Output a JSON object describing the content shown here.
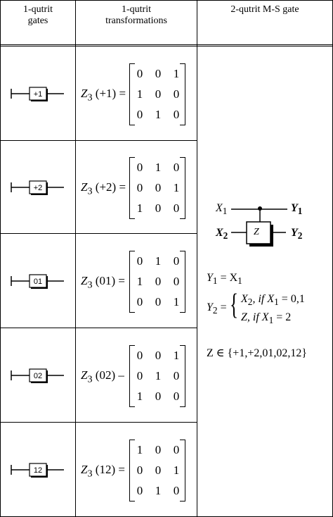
{
  "headers": {
    "gates": [
      "1-qutrit",
      "gates"
    ],
    "transformations": [
      "1-qutrit",
      "transformations"
    ],
    "msgate": "2-qutrit M-S gate"
  },
  "rows": [
    {
      "gate": "+1",
      "arg": "(+1)",
      "op": "=",
      "matrix": [
        [
          "0",
          "0",
          "1"
        ],
        [
          "1",
          "0",
          "0"
        ],
        [
          "0",
          "1",
          "0"
        ]
      ]
    },
    {
      "gate": "+2",
      "arg": "(+2)",
      "op": "=",
      "matrix": [
        [
          "0",
          "1",
          "0"
        ],
        [
          "0",
          "0",
          "1"
        ],
        [
          "1",
          "0",
          "0"
        ]
      ]
    },
    {
      "gate": "01",
      "arg": "(01)",
      "op": "=",
      "matrix": [
        [
          "0",
          "1",
          "0"
        ],
        [
          "1",
          "0",
          "0"
        ],
        [
          "0",
          "0",
          "1"
        ]
      ]
    },
    {
      "gate": "02",
      "arg": "(02)",
      "op": "–",
      "matrix": [
        [
          "0",
          "0",
          "1"
        ],
        [
          "0",
          "1",
          "0"
        ],
        [
          "1",
          "0",
          "0"
        ]
      ]
    },
    {
      "gate": "12",
      "arg": "(12)",
      "op": "=",
      "matrix": [
        [
          "1",
          "0",
          "0"
        ],
        [
          "0",
          "0",
          "1"
        ],
        [
          "0",
          "1",
          "0"
        ]
      ]
    }
  ],
  "zsym": "Z",
  "zsub": "3",
  "ms": {
    "x1": "X",
    "x1sub": "1",
    "x2": "X",
    "x2sub": "2",
    "y1": "Y",
    "y1sub": "1",
    "y2": "Y",
    "y2sub": "2",
    "zlabel": "Z",
    "eq1_lhs": "Y",
    "eq1_lhs_sub": "1",
    "eq1_rhs": "= X",
    "eq1_rhs_sub": "1",
    "eq2_lhs": "Y",
    "eq2_lhs_sub": "2",
    "eq2_eq": "=",
    "case1": "X",
    "case1_sub": "2",
    "case1_cond": ", if  X",
    "case1_cond_sub": "1",
    "case1_val": " = 0,1",
    "case2": "Z",
    "case2_cond": ",  if  X",
    "case2_cond_sub": "1",
    "case2_val": " = 2",
    "set_line": "Z ∈ {+1,+2,01,02,12}"
  }
}
